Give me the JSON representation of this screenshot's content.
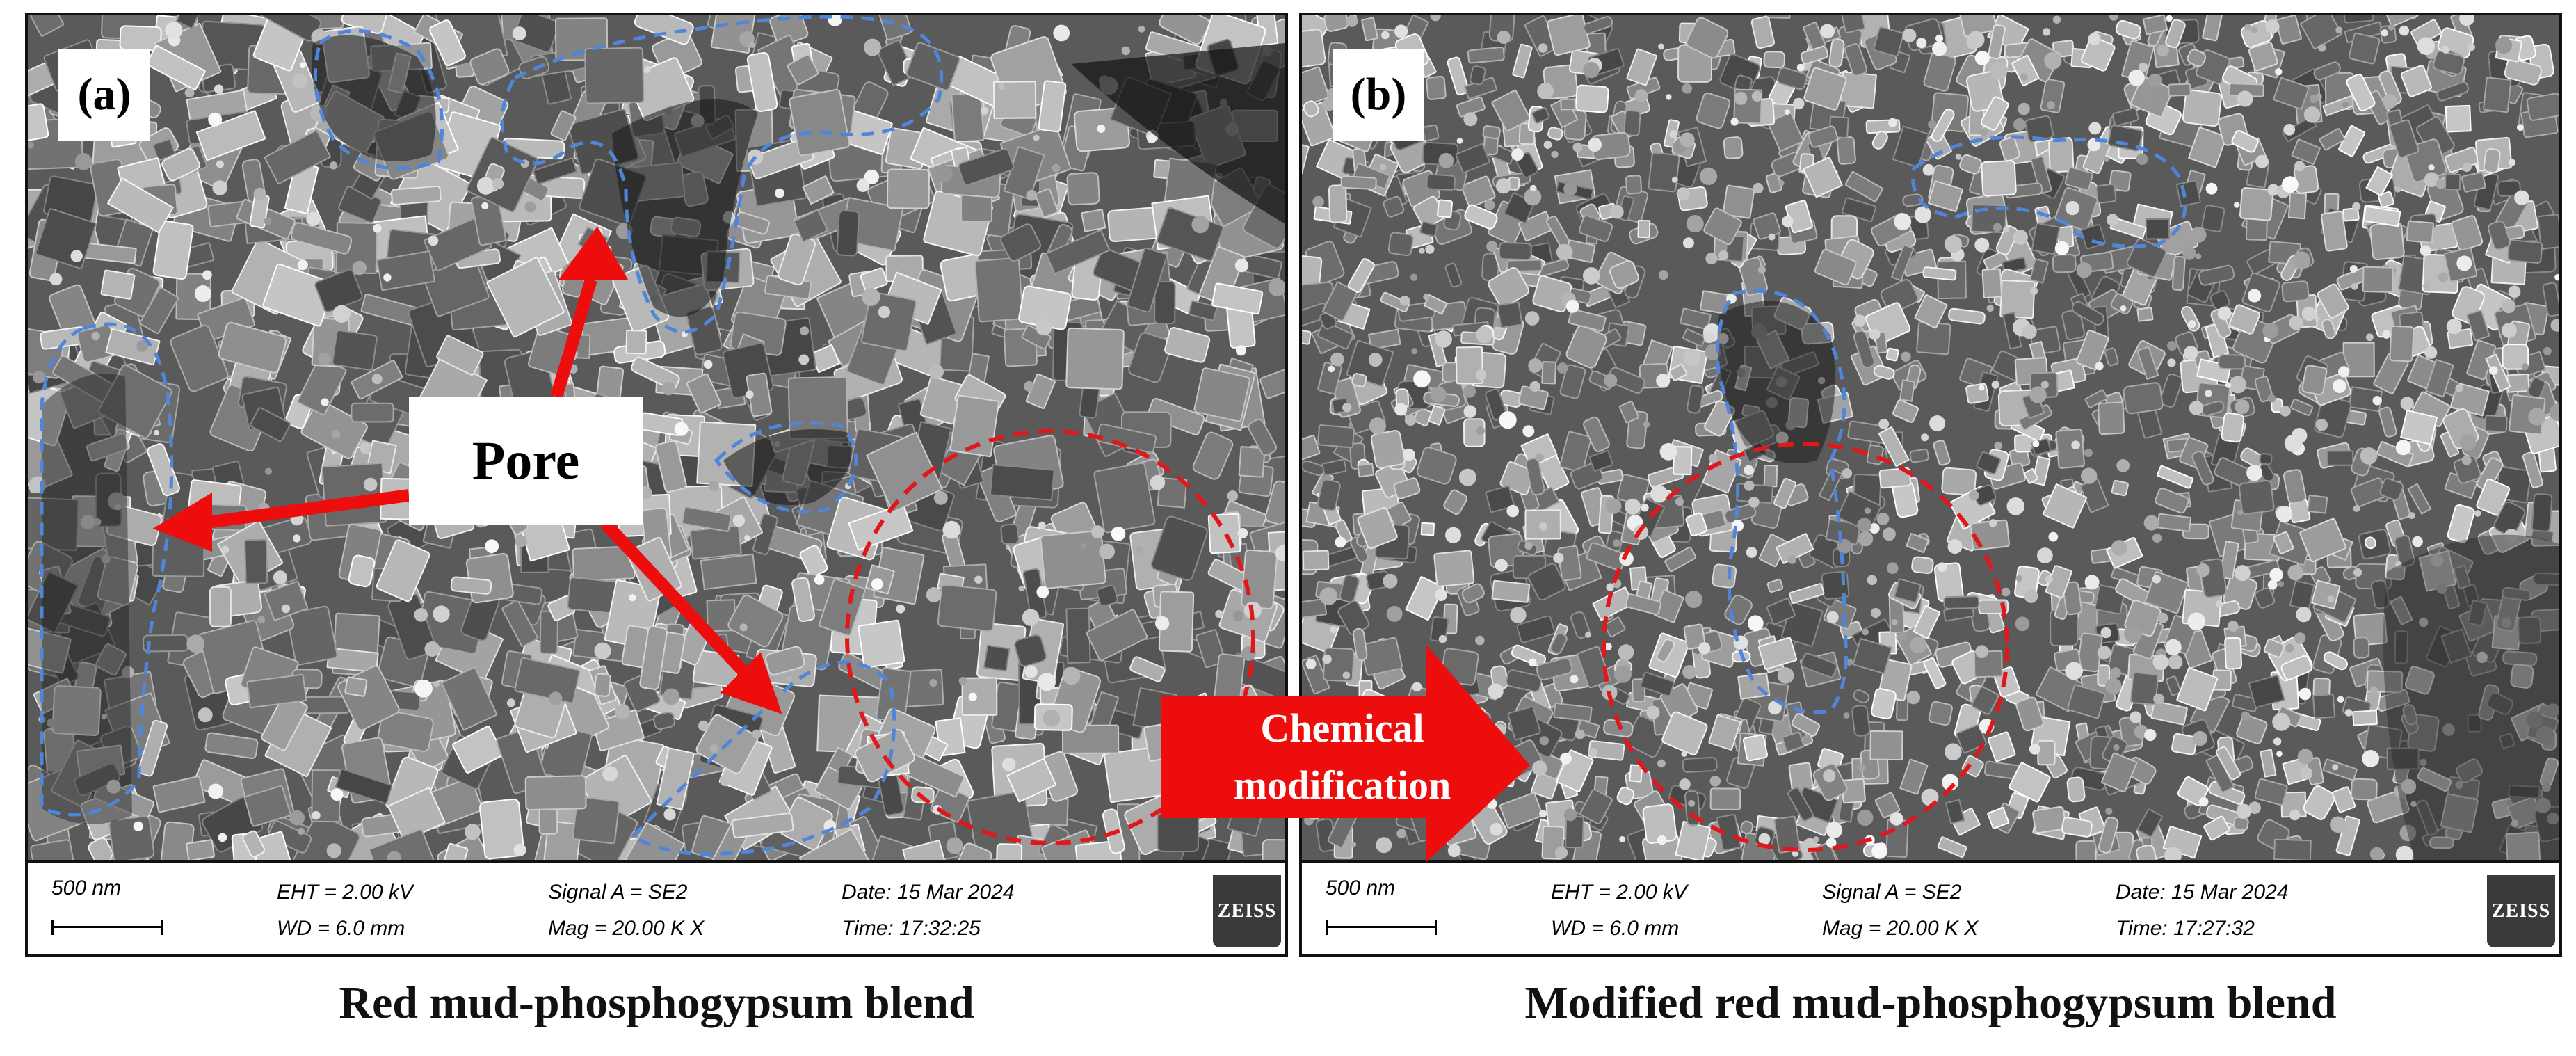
{
  "panels": [
    {
      "tag": "(a)",
      "scale": "500 nm",
      "eht": "EHT =  2.00 kV",
      "wd": "WD =  6.0 mm",
      "signal": "Signal A = SE2",
      "mag": "Mag =   20.00 K X",
      "date": "Date: 15 Mar 2024",
      "time": "Time: 17:32:25",
      "logo": "ZEISS",
      "caption": "Red mud-phosphogypsum blend"
    },
    {
      "tag": "(b)",
      "scale": "500 nm",
      "eht": "EHT =  2.00 kV",
      "wd": "WD =  6.0 mm",
      "signal": "Signal A = SE2",
      "mag": "Mag =   20.00 K X",
      "date": "Date: 15 Mar 2024",
      "time": "Time: 17:27:32",
      "logo": "ZEISS",
      "caption": "Modified red mud-phosphogypsum blend"
    }
  ],
  "annotations": {
    "pore_label": "Pore",
    "arrow_label_line1": "Chemical",
    "arrow_label_line2": "modification"
  },
  "colors": {
    "pore_outline": "#4f86d9",
    "highlight_circle": "#e0181b",
    "arrow": "#ee0d0d"
  }
}
